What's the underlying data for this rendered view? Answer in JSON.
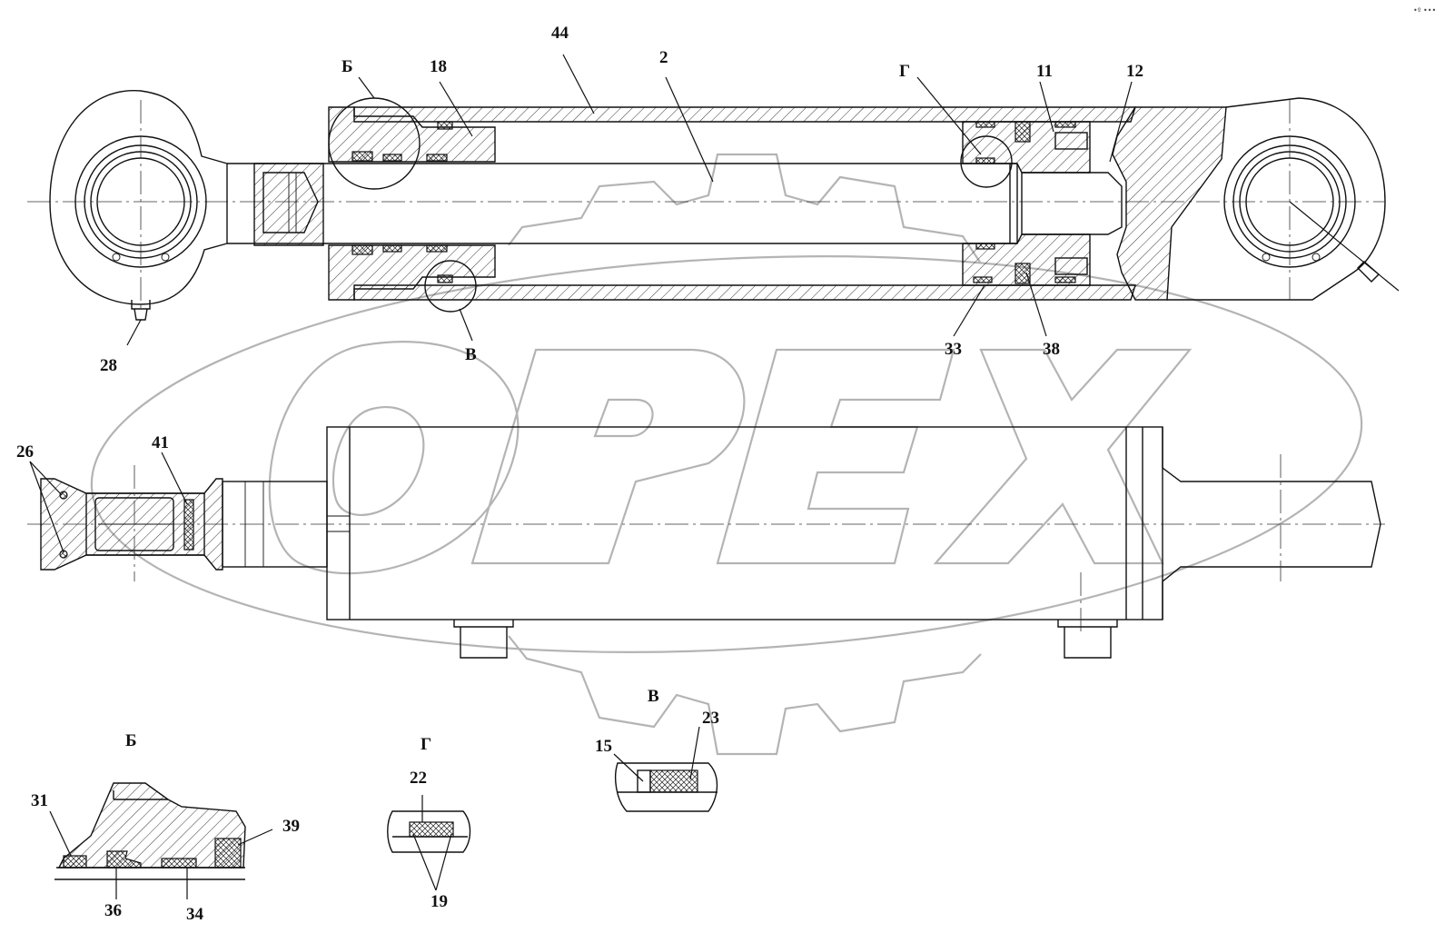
{
  "watermark": {
    "text": "OPEX",
    "color": "#b4b4b4"
  },
  "corner_mark": "•º •••",
  "callouts": {
    "c44": "44",
    "c2": "2",
    "c18": "18",
    "c11": "11",
    "c12": "12",
    "c28": "28",
    "c33": "33",
    "c38": "38",
    "c26": "26",
    "c41": "41",
    "c31": "31",
    "c36": "36",
    "c34": "34",
    "c39": "39",
    "c22": "22",
    "c19": "19",
    "c15": "15",
    "c23": "23"
  },
  "view_markers": {
    "b": "Б",
    "g": "Г",
    "v": "В"
  },
  "detail_titles": {
    "b": "Б",
    "g": "Г",
    "v": "В"
  }
}
